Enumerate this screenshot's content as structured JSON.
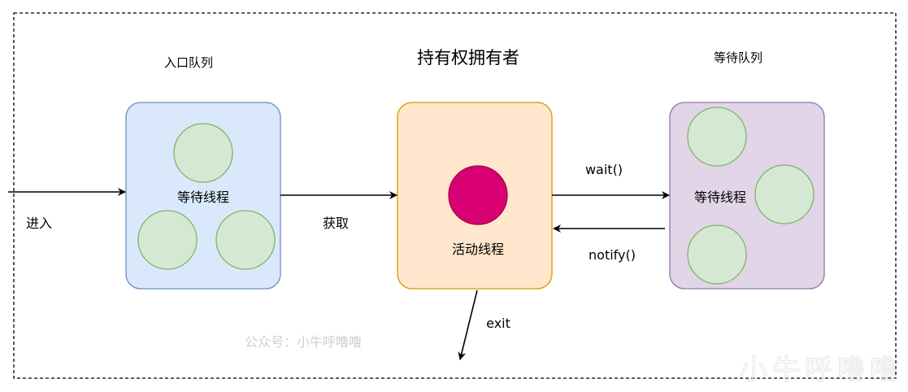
{
  "title": "持有权拥有者",
  "entry_queue": {
    "heading": "入口队列",
    "box_label": "等待线程",
    "fill": "#dae8fc",
    "stroke": "#6c8ebf"
  },
  "owner": {
    "box_label": "活动线程",
    "fill": "#ffe6cc",
    "stroke": "#d79b00",
    "thread_fill": "#d80073"
  },
  "wait_queue": {
    "heading": "等待队列",
    "box_label": "等待线程",
    "fill": "#e1d5e7",
    "stroke": "#9673a6"
  },
  "thread_circle": {
    "fill": "#d5e8d4",
    "stroke": "#82b366"
  },
  "edges": {
    "enter": "进入",
    "acquire": "获取",
    "wait": "wait()",
    "notify": "notify()",
    "exit": "exit"
  },
  "watermark": {
    "center": "公众号：小牛呼噜噜",
    "corner": "小牛呼噜噜"
  }
}
